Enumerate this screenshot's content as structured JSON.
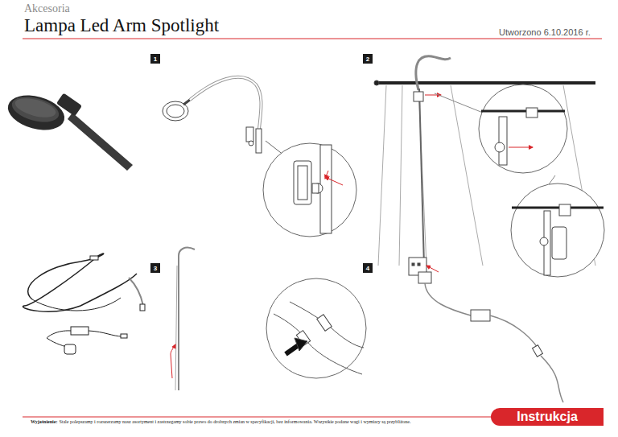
{
  "diagram": {
    "title": "Lampa Led Arm Spotlight",
    "nodes": [
      {
        "text": [
          "1"
        ]
      },
      {
        "text": [
          "2"
        ]
      },
      {
        "text": [
          "3"
        ]
      },
      {
        "text": [
          "4"
        ]
      },
      {
        "text": [
          "Instrukcja"
        ]
      }
    ],
    "labels": [
      "Akcesoria",
      "Utworzono 6.10.2016 r.",
      "Wyjaśnienie:",
      "Stale polepszamy i rozszerzamy nasz asortyment i zastrzegamy sobie prawo do drobnych zmian w specyfikacji, bez informowania. Wszystkie podane wagi i wymiary są przybliżone."
    ]
  }
}
